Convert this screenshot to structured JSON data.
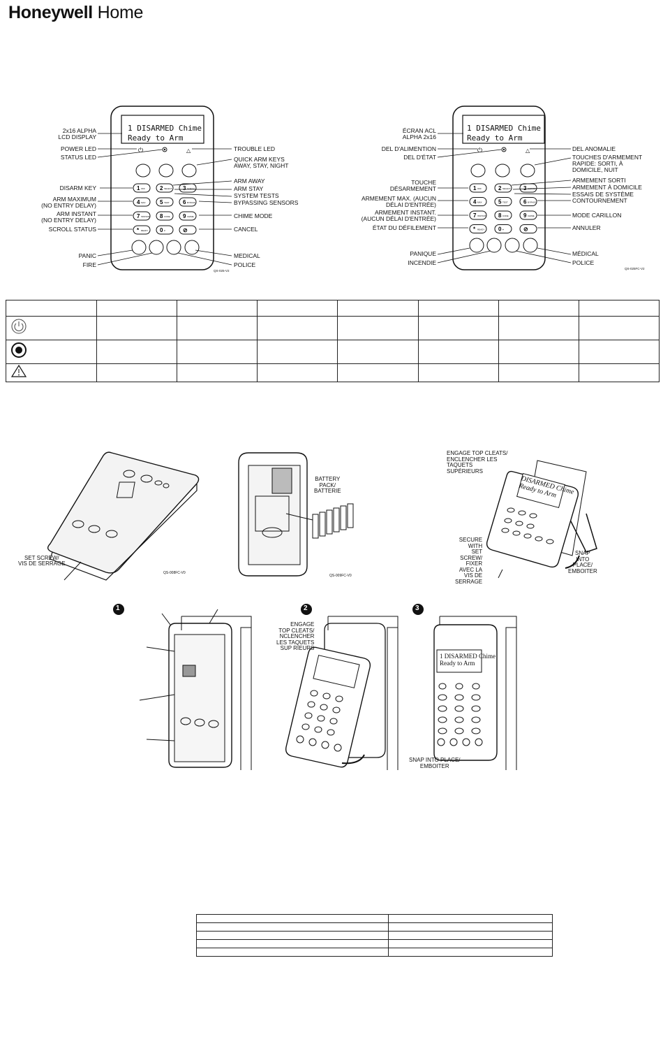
{
  "brand": {
    "bold": "Honeywell",
    "light": " Home"
  },
  "keypad_en": {
    "lcd_line1": "1 DISARMED Chime",
    "lcd_line2": "Ready to Arm",
    "left_labels": [
      "2x16 ALPHA",
      "LCD DISPLAY",
      "POWER LED",
      "STATUS LED",
      "DISARM KEY",
      "ARM MAXIMUM",
      "(NO ENTRY DELAY)",
      "ARM INSTANT",
      "(NO ENTRY DELAY)",
      "SCROLL STATUS",
      "PANIC",
      "FIRE"
    ],
    "right_labels": [
      "TROUBLE LED",
      "QUICK ARM KEYS",
      "AWAY, STAY, NIGHT",
      "ARM AWAY",
      "ARM STAY",
      "SYSTEM TESTS",
      "BYPASSING SENSORS",
      "CHIME MODE",
      "CANCEL",
      "MEDICAL",
      "POLICE"
    ],
    "figure_id": "QS-025-V2"
  },
  "keypad_fr": {
    "lcd_line1": "1 DISARMED Chime",
    "lcd_line2": "Ready to Arm",
    "left_labels": [
      "ÉCRAN ACL",
      "ALPHA 2x16",
      "DEL D'ALIMENTION",
      "DEL D'ÉTAT",
      "TOUCHE",
      "DÉSARMEMENT",
      "ARMEMENT MAX. (AUCUN",
      "DÉLAI D'ENTRÉE)",
      "ARMEMENT INSTANT.",
      "(AUCUN DÉLAI D'ENTRÉE)",
      "ÉTAT DU DÉFILEMENT",
      "PANIQUE",
      "INCENDIE"
    ],
    "right_labels": [
      "DEL ANOMALIE",
      "TOUCHES D'ARMEMENT",
      "RAPIDE: SORTI, À",
      "DOMICILE, NUIT",
      "ARMEMENT SORTI",
      "ARMEMENT À DOMICILE",
      "ESSAIS DE SYSTÈME",
      "CONTOURNEMENT",
      "MODE CARILLON",
      "ANNULER",
      "MÉDICAL",
      "POLICE"
    ],
    "figure_id": "QS-025FC-V2"
  },
  "keys": [
    {
      "num": "1",
      "sub": "OFF"
    },
    {
      "num": "2",
      "sub": "SELECT"
    },
    {
      "num": "3",
      "sub": "SCROLL"
    },
    {
      "num": "4",
      "sub": "MAX"
    },
    {
      "num": "5",
      "sub": "TEST"
    },
    {
      "num": "6",
      "sub": "BYPASS"
    },
    {
      "num": "7",
      "sub": "INSTANT"
    },
    {
      "num": "8",
      "sub": "CODE"
    },
    {
      "num": "9",
      "sub": "CHIME"
    },
    {
      "num": "*",
      "sub": "READY"
    },
    {
      "num": "0",
      "sub": "#"
    },
    {
      "num": "⊘",
      "sub": ""
    }
  ],
  "led_table": {
    "rows": [
      {
        "icon": "power-led-icon"
      },
      {
        "icon": "status-led-icon"
      },
      {
        "icon": "trouble-led-icon"
      }
    ]
  },
  "install": {
    "fig1_label": "SET SCREW/\nVIS DE SERRAGE",
    "fig1_id": "QS-008FC-V0",
    "fig2_label": "BATTERY\nPACK/\nBATTERIE",
    "fig2_id": "QS-009FC-V0",
    "fig3_top": "ENGAGE TOP CLEATS/\nENCLENCHER LES\nTAQUETS\nSUPÉRIEURS",
    "fig3_left": "SECURE\nWITH\nSET\nSCREW/\nFIXER\nAVEC LA\nVIS DE\nSERRAGE",
    "fig3_right": "SNAP\nINTO\nPLACE/\nEMBOITER",
    "fig3_lcd1": "DISARMED Chime",
    "fig3_lcd2": "Ready to Arm",
    "step_nums": [
      "1",
      "2",
      "3"
    ],
    "step2_label": "ENGAGE\nTOP CLEATS/\nNCLENCHER\nLES TAQUETS\nSUP  RIEURS",
    "step3_label": "SNAP INTO PLACE/\nEMBOITER",
    "step3_lcd1": "1 DISARMED Chime",
    "step3_lcd2": "Ready to Arm"
  },
  "colors": {
    "ink": "#111111",
    "lcd_bg": "#ffffff",
    "panel": "#e6e6e6"
  }
}
